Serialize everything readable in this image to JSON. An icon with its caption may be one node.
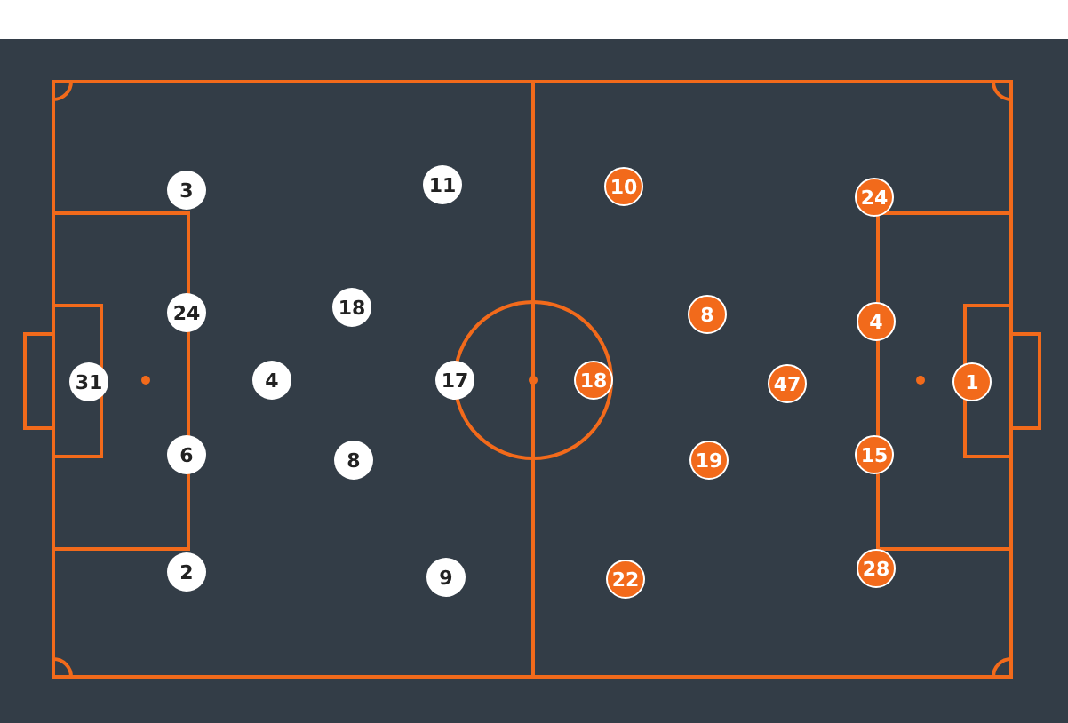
{
  "diagram": {
    "nodes": [
      {
        "text": [
          "3"
        ]
      },
      {
        "text": [
          "24"
        ]
      },
      {
        "text": [
          "31"
        ]
      },
      {
        "text": [
          "6"
        ]
      },
      {
        "text": [
          "2"
        ]
      },
      {
        "text": [
          "4"
        ]
      },
      {
        "text": [
          "18"
        ]
      },
      {
        "text": [
          "8"
        ]
      },
      {
        "text": [
          "11"
        ]
      },
      {
        "text": [
          "17"
        ]
      },
      {
        "text": [
          "9"
        ]
      },
      {
        "text": [
          "10"
        ]
      },
      {
        "text": [
          "8"
        ]
      },
      {
        "text": [
          "18"
        ]
      },
      {
        "text": [
          "19"
        ]
      },
      {
        "text": [
          "22"
        ]
      },
      {
        "text": [
          "47"
        ]
      },
      {
        "text": [
          "24"
        ]
      },
      {
        "text": [
          "4"
        ]
      },
      {
        "text": [
          "15"
        ]
      },
      {
        "text": [
          "28"
        ]
      },
      {
        "text": [
          "1"
        ]
      }
    ]
  }
}
